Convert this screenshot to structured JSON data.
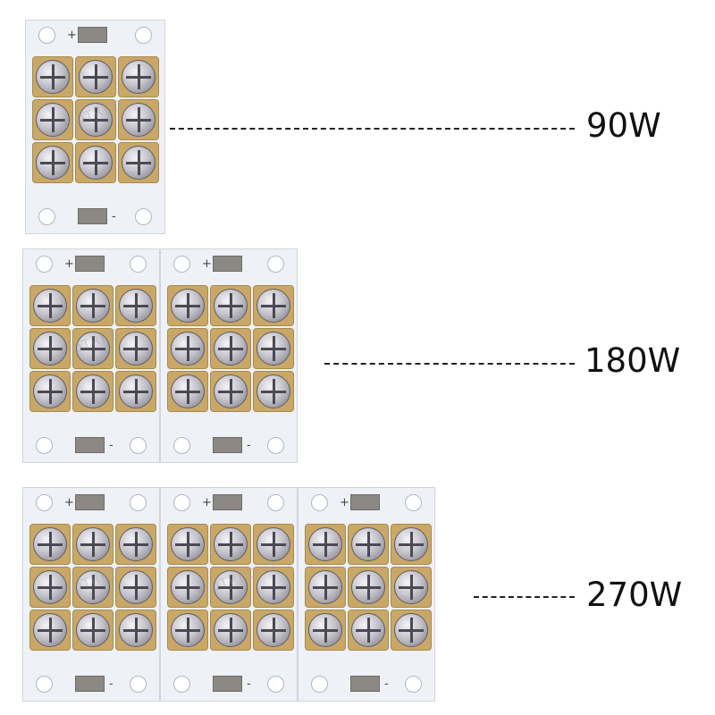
{
  "rows": [
    {
      "id": "90w",
      "label": "90W",
      "modules": 1
    },
    {
      "id": "180w",
      "label": "180W",
      "modules": 2
    },
    {
      "id": "270w",
      "label": "270W",
      "modules": 3
    }
  ],
  "module": {
    "plus": "+",
    "minus": "-",
    "watermark": "HOTRED ©"
  },
  "colors": {
    "board": "#eef1f6",
    "chip": "#c9a867",
    "lens": "#c6c4cc",
    "pad": "#8c8984"
  }
}
